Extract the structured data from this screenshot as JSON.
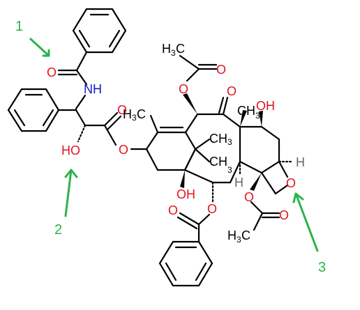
{
  "molecule": {
    "atom_labels": {
      "nh": "NH",
      "o_amide": "O",
      "o_ester_carbonyl": "O",
      "oh_side": "HO",
      "o_ester_link": "O",
      "ch3_c18": "H",
      "ch3_c18_c": "C",
      "o_acetate_top_carbonyl": "O",
      "o_acetate_top": "O",
      "ch3_acetate_top_h": "H",
      "ch3_acetate_top_c": "C",
      "o_ketone": "O",
      "oh_c7": "OH",
      "ch3_c8": "CH",
      "ch3_c16": "CH",
      "ch3_c17": "CH",
      "oh_c1": "OH",
      "o_benzoate": "O",
      "o_benzoate_carbonyl": "O",
      "h_c3": "H",
      "h_c5": "H",
      "o_oxetane": "O",
      "o_acetate_c4": "O",
      "o_acetate_c4_carbonyl": "O",
      "ch3_acetate_c4": "H",
      "ch3_acetate_c4_c": "C",
      "sub3": "3"
    }
  },
  "annotations": [
    {
      "label": "1"
    },
    {
      "label": "2"
    },
    {
      "label": "3"
    }
  ]
}
